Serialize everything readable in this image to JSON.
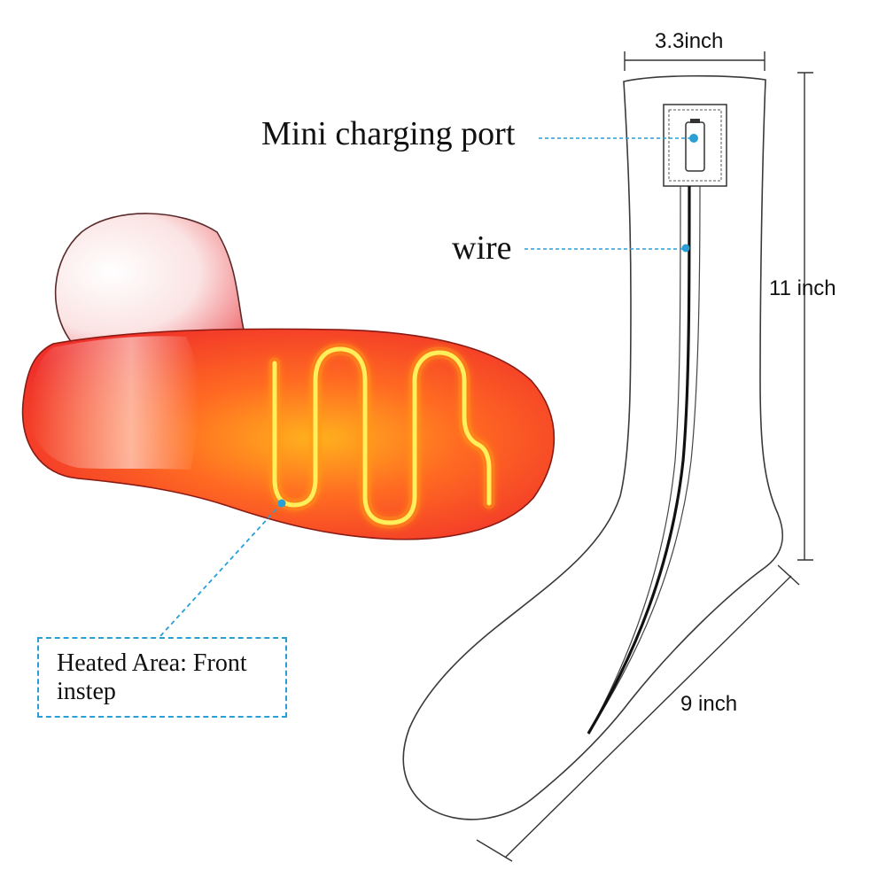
{
  "labels": {
    "charging_port": "Mini charging port",
    "wire": "wire",
    "heated_area_line1": "Heated Area: Front",
    "heated_area_line2": "instep"
  },
  "dimensions": {
    "width": "3.3inch",
    "height": "11 inch",
    "foot_length": "9 inch"
  },
  "colors": {
    "leader_line": "#2a9fd6",
    "heater_wire": "#ffe84a",
    "foot_base": "#f2382b",
    "foot_center": "#ff9a1a",
    "sock_outline": "#333333"
  }
}
